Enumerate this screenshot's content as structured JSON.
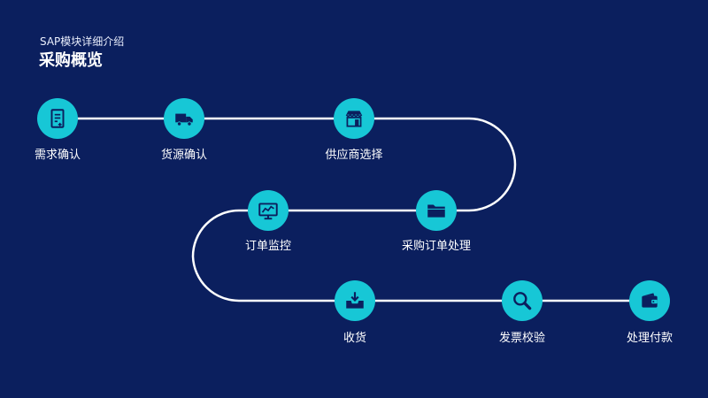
{
  "header": {
    "subtitle": "SAP模块详细介绍",
    "title": "采购概览"
  },
  "colors": {
    "background": "#0b1f5e",
    "node_fill": "#17c7d6",
    "icon": "#0b1f5e",
    "path_line": "#ffffff",
    "text": "#ffffff"
  },
  "steps": [
    {
      "label": "需求确认",
      "icon": "document-icon"
    },
    {
      "label": "货源确认",
      "icon": "truck-icon"
    },
    {
      "label": "供应商选择",
      "icon": "store-icon"
    },
    {
      "label": "采购订单处理",
      "icon": "folder-icon"
    },
    {
      "label": "订单监控",
      "icon": "monitor-chart-icon"
    },
    {
      "label": "收货",
      "icon": "inbox-download-icon"
    },
    {
      "label": "发票校验",
      "icon": "magnifier-icon"
    },
    {
      "label": "处理付款",
      "icon": "wallet-icon"
    }
  ]
}
